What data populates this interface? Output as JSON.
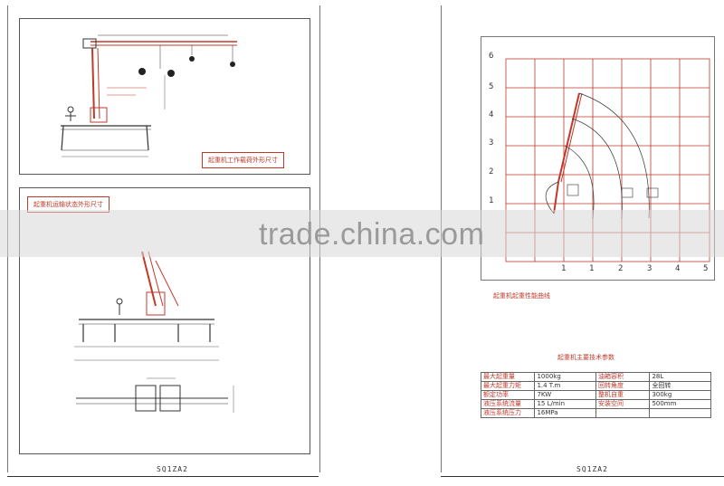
{
  "left_sheet": {
    "top_panel_caption": "起重机工作载荷外形尺寸",
    "bottom_panel_caption": "起重机运输状态外形尺寸",
    "footer": "SQ1ZA2"
  },
  "right_sheet": {
    "load_chart_caption": "起重机起重性能曲线",
    "spec_title": "起重机主要技术参数",
    "footer": "SQ1ZA2",
    "chart_y_ticks": [
      "6",
      "5",
      "4",
      "3",
      "2",
      "1"
    ],
    "chart_x_ticks": [
      "1",
      "1",
      "2",
      "3",
      "4",
      "5"
    ],
    "specs": [
      {
        "k1": "最大起重量",
        "v1": "1000kg",
        "k2": "油箱容积",
        "v2": "28L"
      },
      {
        "k1": "最大起重力矩",
        "v1": "1.4 T.m",
        "k2": "回转角度",
        "v2": "全回转"
      },
      {
        "k1": "额定功率",
        "v1": "7KW",
        "k2": "整机自重",
        "v2": "300kg"
      },
      {
        "k1": "液压系统流量",
        "v1": "15 L/min",
        "k2": "安装空间",
        "v2": "500mm"
      },
      {
        "k1": "液压系统压力",
        "v1": "16MPa",
        "k2": "",
        "v2": ""
      }
    ]
  },
  "watermark": "trade.china.com",
  "colors": {
    "drawing_red": "#c0392b",
    "grid_red": "#c0392b",
    "frame": "#555555"
  }
}
